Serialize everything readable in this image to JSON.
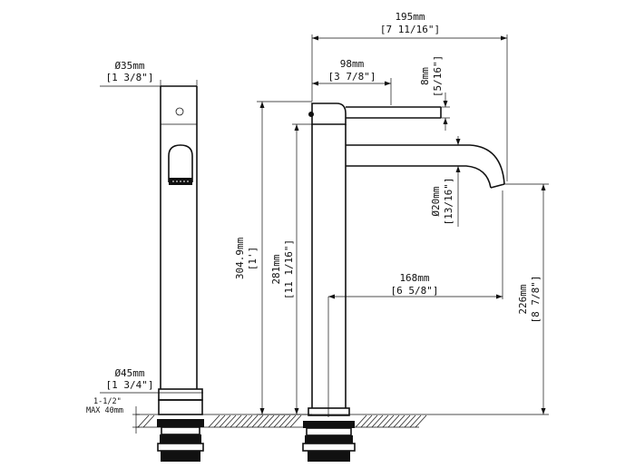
{
  "dimensions": {
    "side_top_diameter": {
      "metric": "Ø35mm",
      "imperial": "[1 3/8\"]"
    },
    "side_base_diameter": {
      "metric": "Ø45mm",
      "imperial": "[1 3/4\"]"
    },
    "max_counter": {
      "line1": "1-1/2\"",
      "line2": "MAX 40mm"
    },
    "overall_length": {
      "metric": "195mm",
      "imperial": "[7 11/16\"]"
    },
    "handle_length": {
      "metric": "98mm",
      "imperial": "[3 7/8\"]"
    },
    "handle_thickness": {
      "metric": "8mm",
      "imperial": "[5/16\"]"
    },
    "spout_diameter": {
      "metric": "Ø20mm",
      "imperial": "[13/16\"]"
    },
    "spout_reach": {
      "metric": "168mm",
      "imperial": "[6 5/8\"]"
    },
    "total_height": {
      "metric": "304.9mm",
      "imperial": "[1']"
    },
    "body_height": {
      "metric": "281mm",
      "imperial": "[11 1/16\"]"
    },
    "spout_height": {
      "metric": "226mm",
      "imperial": "[8 7/8\"]"
    }
  }
}
